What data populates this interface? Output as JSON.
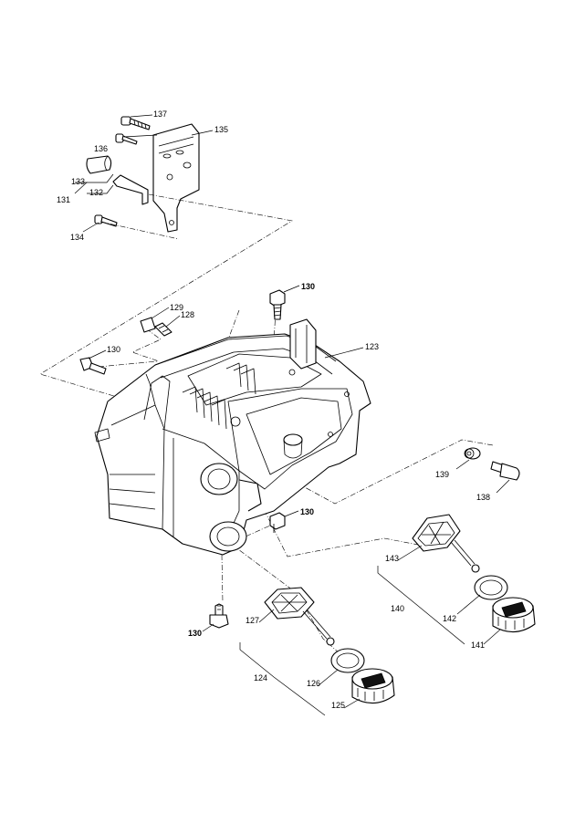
{
  "callouts": {
    "p137": "137",
    "p135": "135",
    "p136": "136",
    "p133": "133",
    "p132": "132",
    "p131": "131",
    "p134": "134",
    "p130a": "130",
    "p129": "129",
    "p128": "128",
    "p130b": "130",
    "p123": "123",
    "p139": "139",
    "p138": "138",
    "p130c": "130",
    "p143": "143",
    "p140": "140",
    "p142": "142",
    "p141": "141",
    "p130d": "130",
    "p127": "127",
    "p124": "124",
    "p126": "126",
    "p125": "125"
  }
}
